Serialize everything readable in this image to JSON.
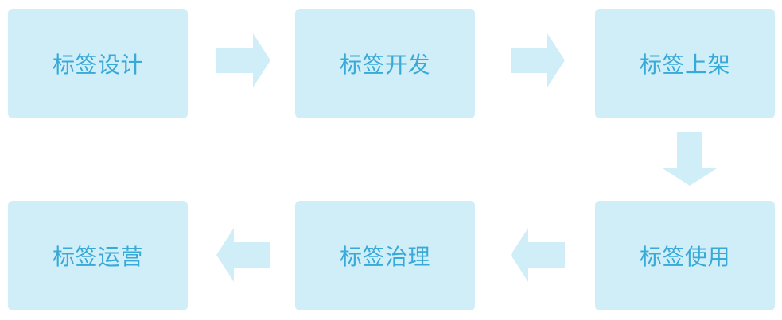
{
  "diagram": {
    "steps": [
      {
        "label": "标签设计"
      },
      {
        "label": "标签开发"
      },
      {
        "label": "标签上架"
      },
      {
        "label": "标签使用"
      },
      {
        "label": "标签治理"
      },
      {
        "label": "标签运营"
      }
    ],
    "colors": {
      "box_fill": "#cfeef8",
      "text": "#39a9d8",
      "arrow": "#cfeef8"
    },
    "arrows": [
      {
        "direction": "right",
        "icon": "arrow-right-icon"
      },
      {
        "direction": "right",
        "icon": "arrow-right-icon"
      },
      {
        "direction": "down",
        "icon": "arrow-down-icon"
      },
      {
        "direction": "left",
        "icon": "arrow-left-icon"
      },
      {
        "direction": "left",
        "icon": "arrow-left-icon"
      }
    ]
  }
}
